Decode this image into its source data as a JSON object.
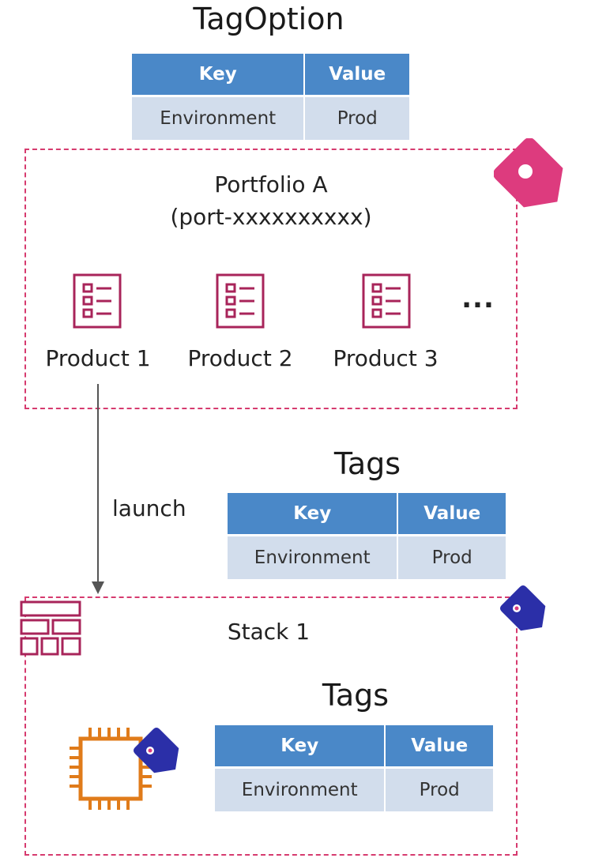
{
  "tagoption": {
    "title": "TagOption",
    "headers": {
      "key": "Key",
      "value": "Value"
    },
    "row": {
      "key": "Environment",
      "value": "Prod"
    }
  },
  "portfolio": {
    "name": "Portfolio A",
    "id": "(port-xxxxxxxxxx)",
    "tag_icon": "tag-icon",
    "tag_color": "#dd3b7e",
    "border_color": "#d63b6f",
    "products": [
      {
        "label": "Product 1",
        "icon": "product-list-icon"
      },
      {
        "label": "Product 2",
        "icon": "product-list-icon"
      },
      {
        "label": "Product 3",
        "icon": "product-list-icon"
      }
    ],
    "more": "..."
  },
  "launch": {
    "label": "launch"
  },
  "stack_tags": {
    "title": "Tags",
    "headers": {
      "key": "Key",
      "value": "Value"
    },
    "row": {
      "key": "Environment",
      "value": "Prod"
    }
  },
  "stack": {
    "name": "Stack 1",
    "icon": "stack-icon",
    "tag_icon": "tag-icon",
    "tag_color": "#2b2fa8"
  },
  "resource_tags": {
    "title": "Tags",
    "headers": {
      "key": "Key",
      "value": "Value"
    },
    "row": {
      "key": "Environment",
      "value": "Prod"
    }
  },
  "resource": {
    "icon": "ec2-instance-icon",
    "color": "#e07b1a"
  },
  "colors": {
    "header": "#4a88c8",
    "cell": "#d2ddec",
    "product_icon": "#a8245a"
  }
}
